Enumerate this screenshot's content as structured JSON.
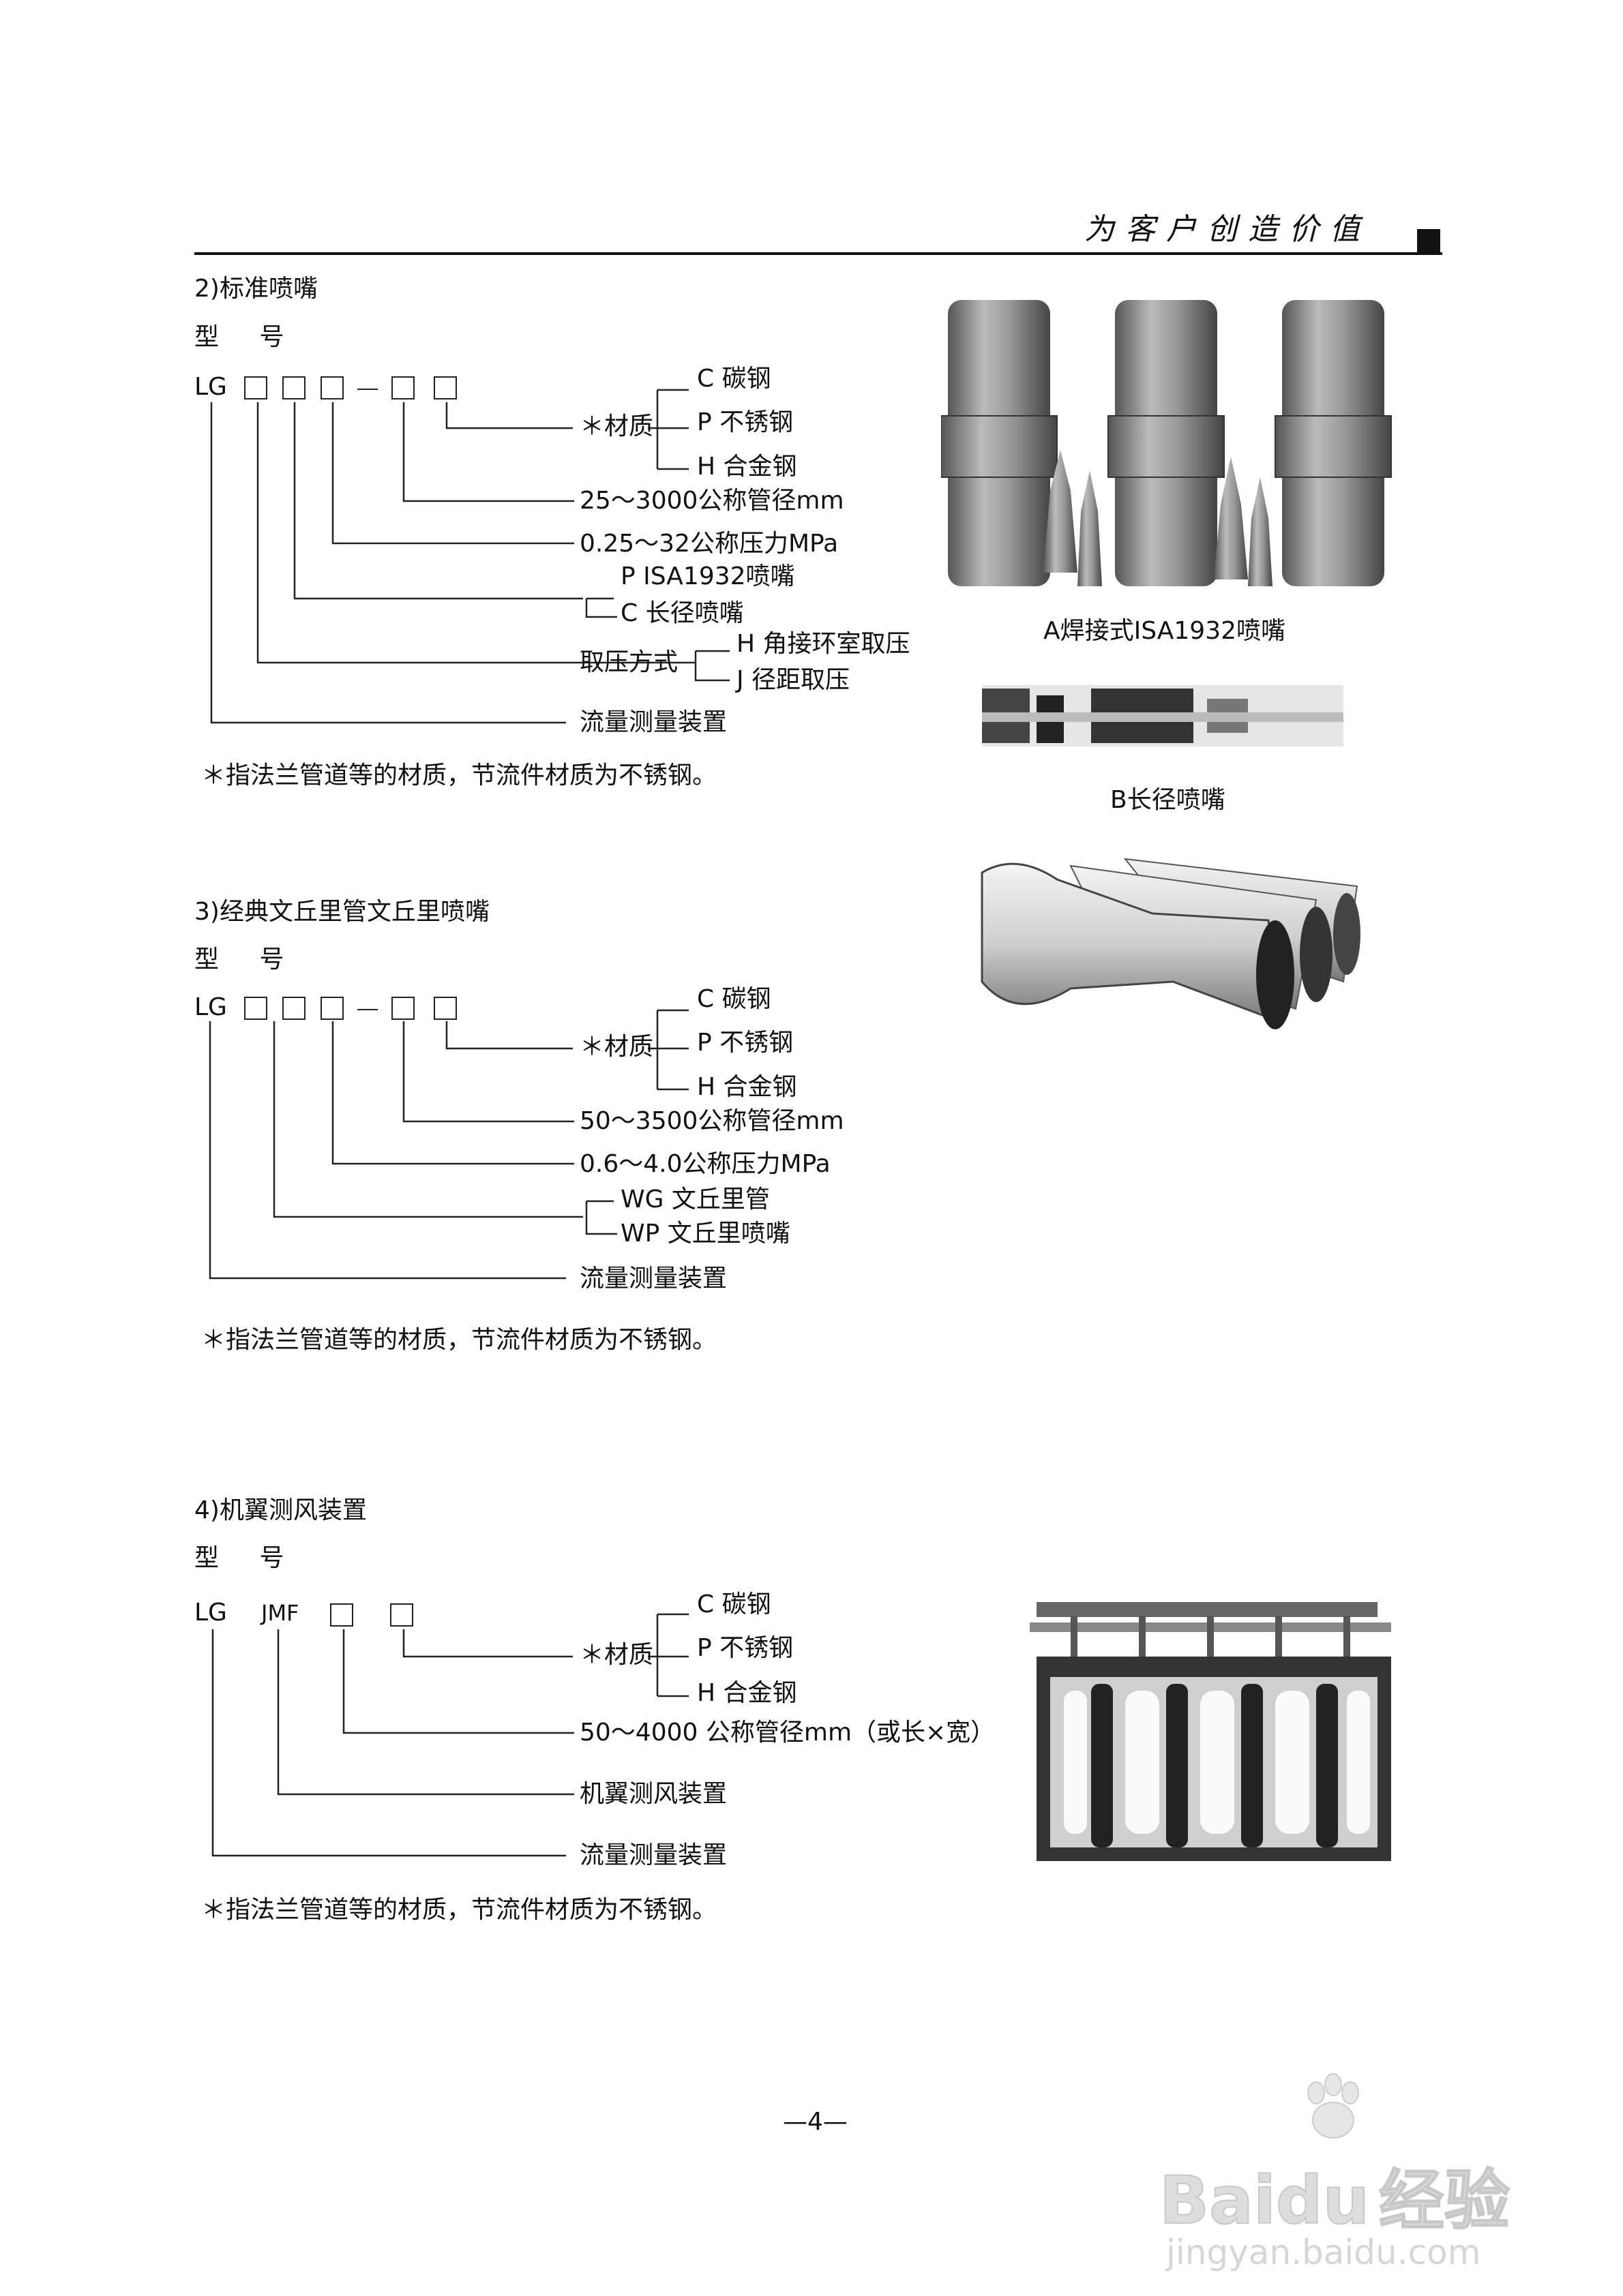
{
  "header": {
    "slogan": "为客户创造价值"
  },
  "sections": [
    {
      "title": "2)标准喷嘴",
      "model_label": "型  号",
      "code": "LG",
      "materials_label": "＊材质",
      "materials": [
        "C 碳钢",
        "P 不锈钢",
        "H 合金钢"
      ],
      "diameter": "25～3000公称管径mm",
      "pressure": "0.25～32公称压力MPa",
      "types": [
        "P ISA1932喷嘴",
        "C 长径喷嘴"
      ],
      "tap_label": "取压方式",
      "taps": [
        "H 角接环室取压",
        "J 径距取压"
      ],
      "device": "流量测量装置",
      "note": "＊指法兰管道等的材质，节流件材质为不锈钢。"
    },
    {
      "title": "3)经典文丘里管文丘里喷嘴",
      "model_label": "型  号",
      "code": "LG",
      "materials_label": "＊材质",
      "materials": [
        "C 碳钢",
        "P 不锈钢",
        "H 合金钢"
      ],
      "diameter": "50～3500公称管径mm",
      "pressure": "0.6～4.0公称压力MPa",
      "types": [
        "WG 文丘里管",
        "WP 文丘里喷嘴"
      ],
      "device": "流量测量装置",
      "note": "＊指法兰管道等的材质，节流件材质为不锈钢。"
    },
    {
      "title": "4)机翼测风装置",
      "model_label": "型  号",
      "code": "LG",
      "code2": "JMF",
      "materials_label": "＊材质",
      "materials": [
        "C 碳钢",
        "P 不锈钢",
        "H 合金钢"
      ],
      "diameter": "50～4000 公称管径mm（或长×宽）",
      "jmf": "机翼测风装置",
      "device": "流量测量装置",
      "note": "＊指法兰管道等的材质，节流件材质为不锈钢。"
    }
  ],
  "captions": {
    "a": "A焊接式ISA1932喷嘴",
    "b": "B长径喷嘴"
  },
  "page_number": "—4—",
  "watermark": {
    "brand": "Bai",
    "brand2": "du",
    "cn": "经验",
    "url": "jingyan.baidu.com"
  }
}
